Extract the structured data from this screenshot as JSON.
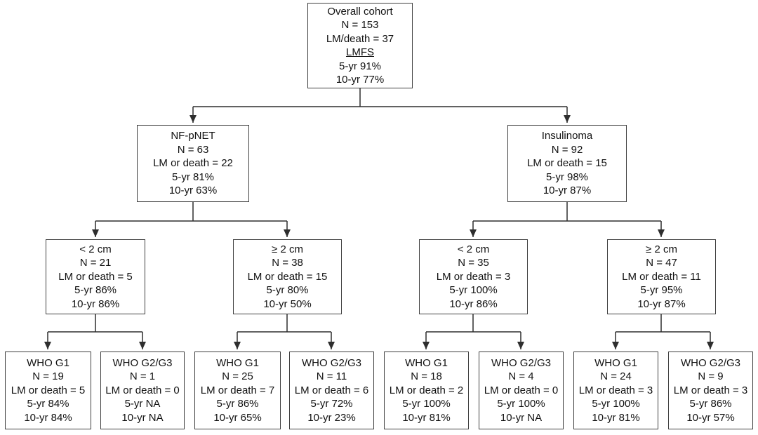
{
  "figure": {
    "type": "flowchart",
    "description_visible_text_only": true
  },
  "colors": {
    "line": "#2e2e2e",
    "border": "#3f3f3f",
    "text": "#111111",
    "background": "#ffffff"
  },
  "nodes": {
    "root": {
      "lines": [
        "Overall cohort",
        "N = 153",
        "LM/death = 37",
        "LMFS",
        "5-yr 91%",
        "10-yr 77%"
      ]
    },
    "nf": {
      "lines": [
        "NF-pNET",
        "N = 63",
        "LM or death = 22",
        "5-yr 81%",
        "10-yr 63%"
      ]
    },
    "ins": {
      "lines": [
        "Insulinoma",
        "N = 92",
        "LM or death = 15",
        "5-yr 98%",
        "10-yr 87%"
      ]
    },
    "nf_lt2": {
      "lines": [
        "< 2 cm",
        "N = 21",
        "LM or death = 5",
        "5-yr 86%",
        "10-yr 86%"
      ]
    },
    "nf_ge2": {
      "lines": [
        "≥ 2 cm",
        "N = 38",
        "LM or death = 15",
        "5-yr 80%",
        "10-yr 50%"
      ]
    },
    "ins_lt2": {
      "lines": [
        "< 2 cm",
        "N = 35",
        "LM or death = 3",
        "5-yr 100%",
        "10-yr 86%"
      ]
    },
    "ins_ge2": {
      "lines": [
        "≥ 2 cm",
        "N = 47",
        "LM or death = 11",
        "5-yr 95%",
        "10-yr 87%"
      ]
    },
    "nf_lt2_g1": {
      "lines": [
        "WHO G1",
        "N = 19",
        "LM or death = 5",
        "5-yr 84%",
        "10-yr 84%"
      ]
    },
    "nf_lt2_g23": {
      "lines": [
        "WHO G2/G3",
        "N = 1",
        "LM or death = 0",
        "5-yr NA",
        "10-yr NA"
      ]
    },
    "nf_ge2_g1": {
      "lines": [
        "WHO G1",
        "N = 25",
        "LM or death = 7",
        "5-yr 86%",
        "10-yr 65%"
      ]
    },
    "nf_ge2_g23": {
      "lines": [
        "WHO G2/G3",
        "N = 11",
        "LM or death = 6",
        "5-yr 72%",
        "10-yr 23%"
      ]
    },
    "ins_lt2_g1": {
      "lines": [
        "WHO G1",
        "N = 18",
        "LM or death = 2",
        "5-yr 100%",
        "10-yr 81%"
      ]
    },
    "ins_lt2_g23": {
      "lines": [
        "WHO G2/G3",
        "N = 4",
        "LM or death = 0",
        "5-yr 100%",
        "10-yr NA"
      ]
    },
    "ins_ge2_g1": {
      "lines": [
        "WHO G1",
        "N = 24",
        "LM or death = 3",
        "5-yr 100%",
        "10-yr 81%"
      ]
    },
    "ins_ge2_g23": {
      "lines": [
        "WHO G2/G3",
        "N = 9",
        "LM or death = 3",
        "5-yr 86%",
        "10-yr 57%"
      ]
    }
  },
  "edges": [
    {
      "from": "root",
      "to": [
        "nf",
        "ins"
      ]
    },
    {
      "from": "nf",
      "to": [
        "nf_lt2",
        "nf_ge2"
      ]
    },
    {
      "from": "ins",
      "to": [
        "ins_lt2",
        "ins_ge2"
      ]
    },
    {
      "from": "nf_lt2",
      "to": [
        "nf_lt2_g1",
        "nf_lt2_g23"
      ]
    },
    {
      "from": "nf_ge2",
      "to": [
        "nf_ge2_g1",
        "nf_ge2_g23"
      ]
    },
    {
      "from": "ins_lt2",
      "to": [
        "ins_lt2_g1",
        "ins_lt2_g23"
      ]
    },
    {
      "from": "ins_ge2",
      "to": [
        "ins_ge2_g1",
        "ins_ge2_g23"
      ]
    }
  ]
}
